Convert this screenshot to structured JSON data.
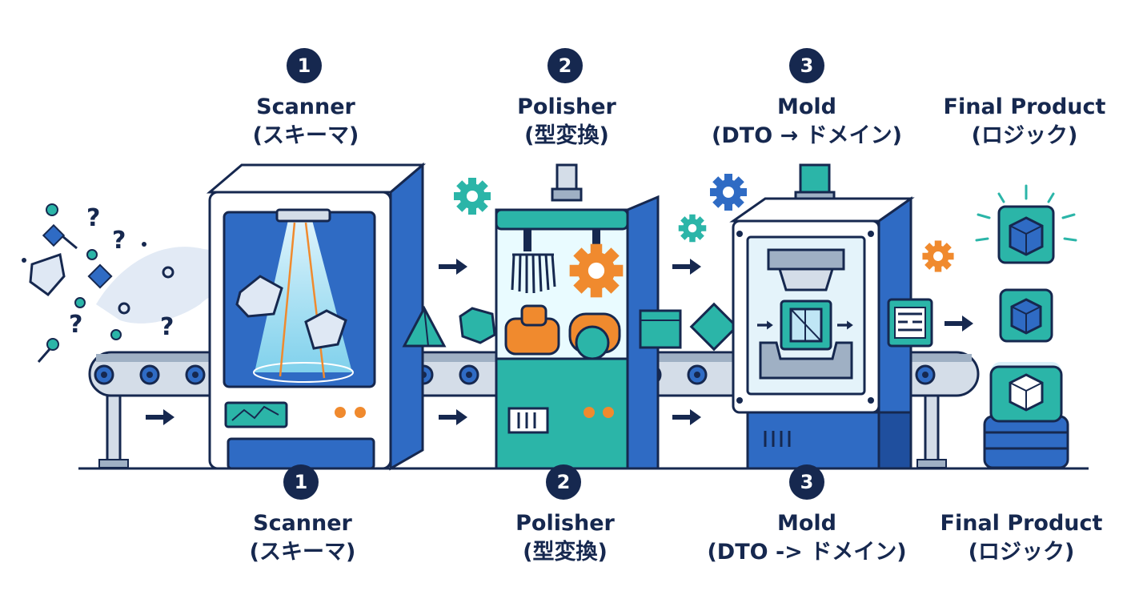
{
  "stages_top": [
    {
      "number": "1",
      "title": "Scanner",
      "subtitle": "(スキーマ)"
    },
    {
      "number": "2",
      "title": "Polisher",
      "subtitle": "(型変換)"
    },
    {
      "number": "3",
      "title": "Mold",
      "subtitle": "(DTO → ドメイン)"
    },
    {
      "title": "Final Product",
      "subtitle": "(ロジック)"
    }
  ],
  "stages_bottom": [
    {
      "number": "1",
      "title": "Scanner",
      "subtitle": "(スキーマ)"
    },
    {
      "number": "2",
      "title": "Polisher",
      "subtitle": "(型変換)"
    },
    {
      "number": "3",
      "title": "Mold",
      "subtitle": "(DTO -> ドメイン)"
    },
    {
      "title": "Final Product",
      "subtitle": "(ロジック)"
    }
  ],
  "decor": {
    "question_mark": "?",
    "colors": {
      "navy": "#16284f",
      "blue": "#2f6bc4",
      "teal": "#2bb5a8",
      "orange": "#f08a2e",
      "light_blue": "#bfe6f5"
    }
  }
}
